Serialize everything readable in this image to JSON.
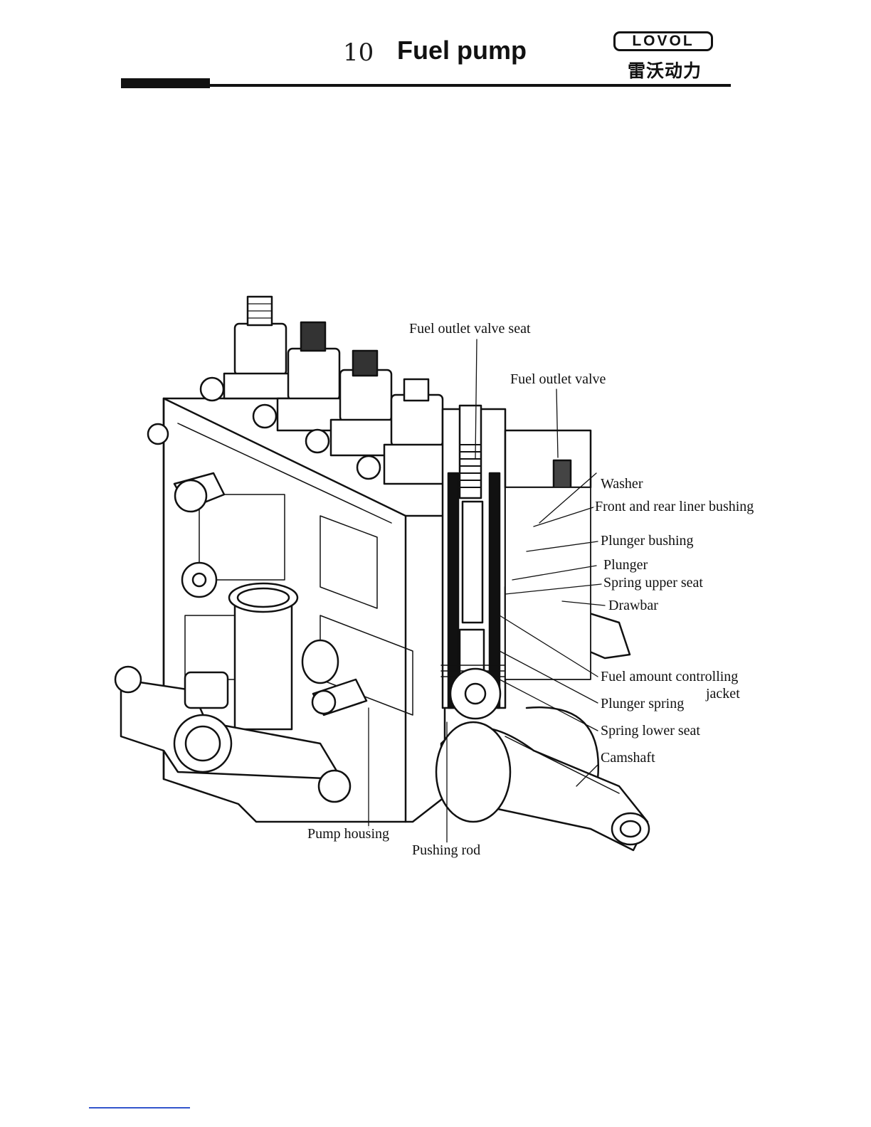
{
  "header": {
    "chapter_number": "10",
    "chapter_title": "Fuel pump",
    "logo_text": "LOVOL",
    "logo_text_cn": "雷沃动力"
  },
  "diagram": {
    "labels": {
      "fuel_outlet_valve_seat": "Fuel outlet valve seat",
      "fuel_outlet_valve": "Fuel outlet valve",
      "washer": "Washer",
      "front_rear_liner_bushing": "Front and rear liner bushing",
      "plunger_bushing": "Plunger bushing",
      "plunger": "Plunger",
      "spring_upper_seat": "Spring upper seat",
      "drawbar": "Drawbar",
      "fuel_amount_controlling": "Fuel amount controlling",
      "jacket": "jacket",
      "plunger_spring": "Plunger spring",
      "spring_lower_seat": "Spring lower seat",
      "camshaft": "Camshaft",
      "pump_housing": "Pump housing",
      "pushing_rod": "Pushing rod"
    }
  },
  "colors": {
    "ink": "#111111",
    "footer_rule": "#3355cc"
  }
}
